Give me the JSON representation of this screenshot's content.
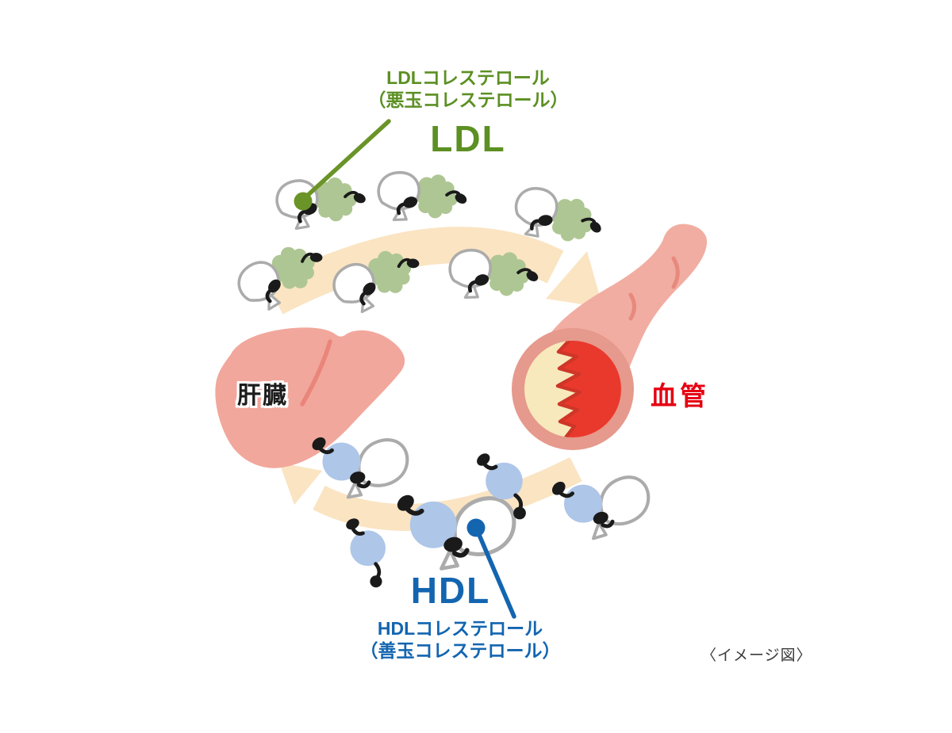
{
  "figure": {
    "note": "〈イメージ図〉"
  },
  "ldl": {
    "label": "LDL",
    "caption_line1": "LDLコレステロール",
    "caption_line2": "（悪玉コレステロール）",
    "text_color": "#5c9023",
    "leader_color": "#6b9428",
    "particle_fluff_color": "#aec693",
    "particle_count": 6
  },
  "hdl": {
    "label": "HDL",
    "caption_line1": "HDLコレステロール",
    "caption_line2": "（善玉コレステロール）",
    "text_color": "#1365b0",
    "leader_color": "#1365b0",
    "particle_fluff_color": "#aec6e8",
    "particle_count": 5
  },
  "liver": {
    "label": "肝臓",
    "color": "#f2a79c",
    "fissure_color": "#e9857b"
  },
  "vessel": {
    "label": "血管",
    "label_color": "#e60012",
    "wall_color": "#f1ada1",
    "rim_color": "#e6998d",
    "plaque_color": "#f7e9bc",
    "blood_color": "#e9392d"
  },
  "arrows": {
    "color": "#fae4c2"
  },
  "outline_color": "#ababab"
}
